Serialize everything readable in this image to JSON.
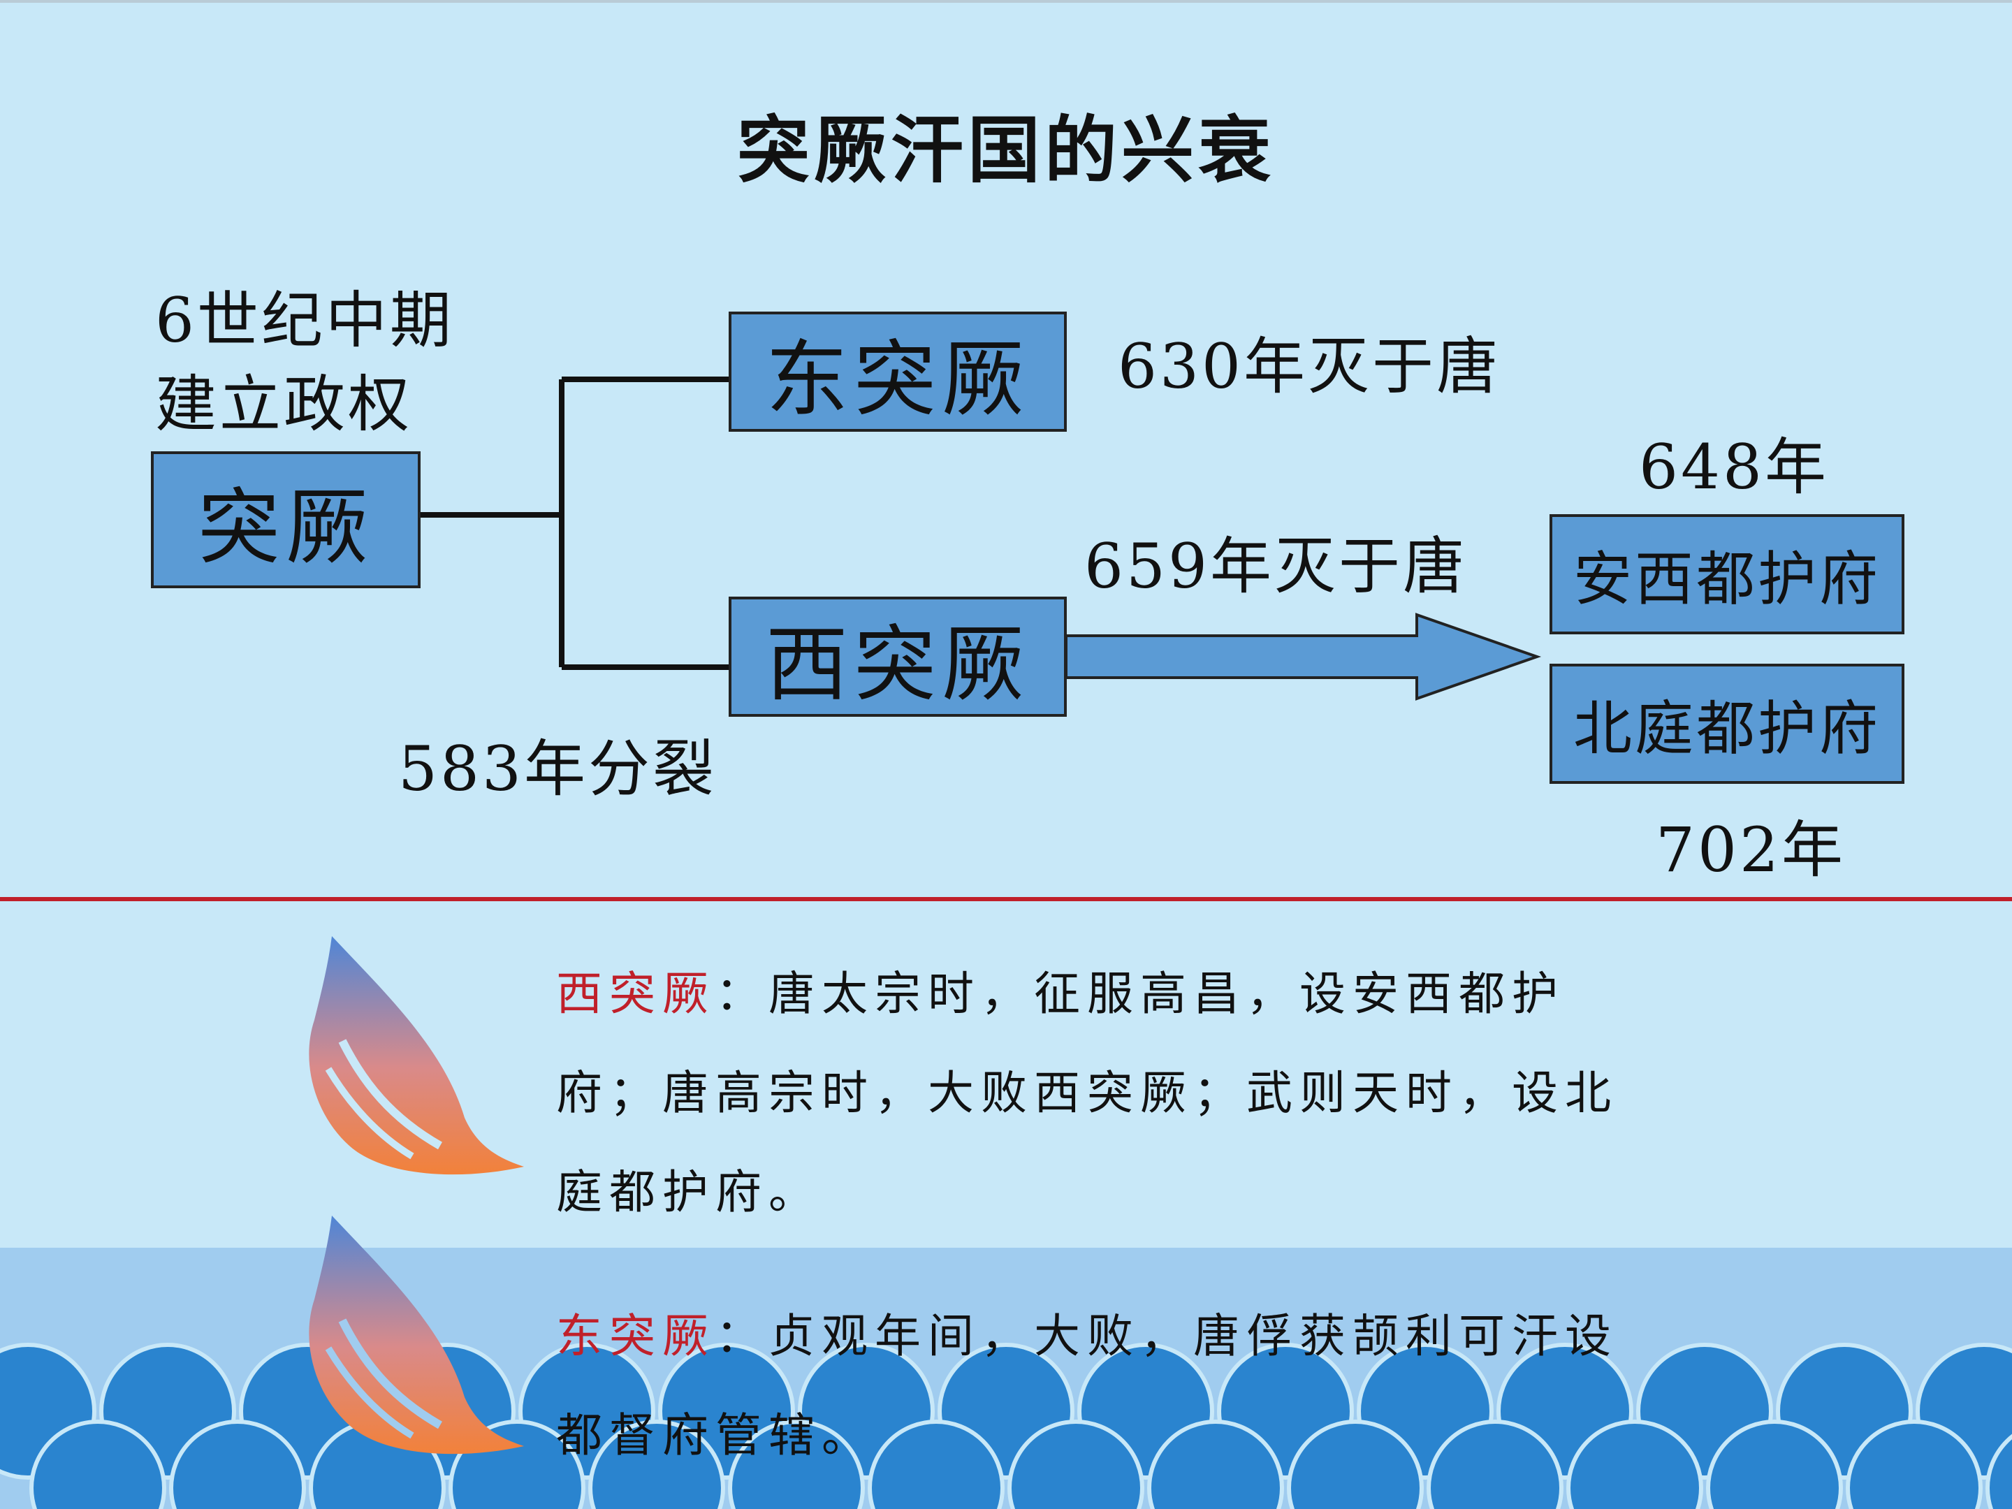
{
  "slide": {
    "title": "突厥汗国的兴衰"
  },
  "diagram": {
    "origin_label_line1": "6世纪中期",
    "origin_label_line2": "建立政权",
    "root_box": "突厥",
    "split_label": "583年分裂",
    "east_box": "东突厥",
    "east_fate": "630年灭于唐",
    "west_box": "西突厥",
    "west_fate": "659年灭于唐",
    "anxi_year": "648年",
    "anxi_box": "安西都护府",
    "beiting_box": "北庭都护府",
    "beiting_year": "702年"
  },
  "notes": [
    {
      "highlight": "西突厥",
      "text": "：唐太宗时，征服高昌，设安西都护府；唐高宗时，大败西突厥；武则天时，设北庭都护府。"
    },
    {
      "highlight": "东突厥",
      "text": "：贞观年间，大败，唐俘获颉利可汗设都督府管辖。"
    }
  ],
  "colors": {
    "background": "#c8e8f8",
    "box_fill": "#5b9bd5",
    "divider_red": "#c0202a",
    "highlight_red": "#c0202a",
    "wave_blue": "#2a84cf"
  },
  "icons": [
    "flame-leaf-icon",
    "flame-leaf-icon"
  ]
}
